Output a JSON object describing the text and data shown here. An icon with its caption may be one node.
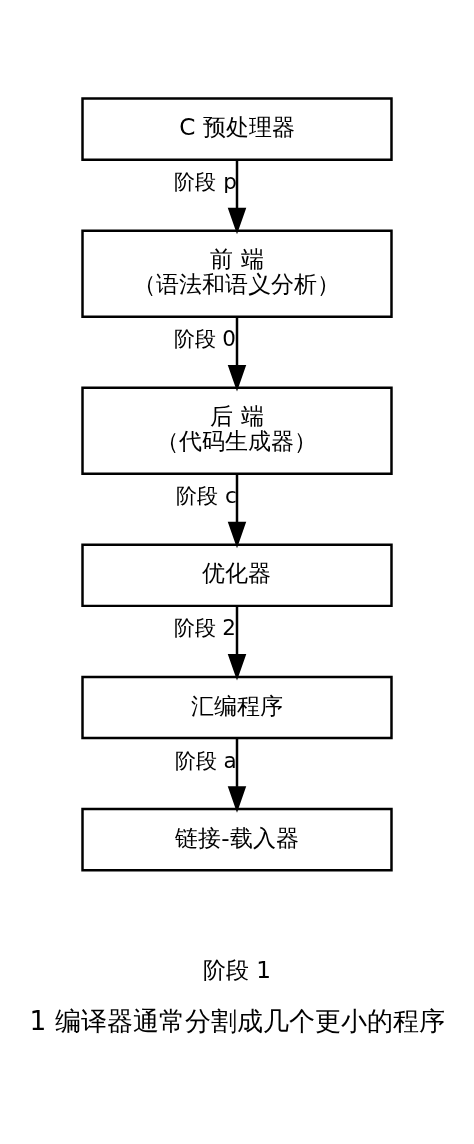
{
  "diagram": {
    "caption": "1 编译器通常分割成几个更小的程序",
    "nodes": [
      {
        "text": [
          "C 预处理器"
        ]
      },
      {
        "text": [
          "前 端",
          "（语法和语义分析）"
        ]
      },
      {
        "text": [
          "后 端",
          "（代码生成器）"
        ]
      },
      {
        "text": [
          "优化器"
        ]
      },
      {
        "text": [
          "汇编程序"
        ]
      },
      {
        "text": [
          "链接-载入器"
        ]
      }
    ],
    "edges": [
      {
        "from": 0,
        "to": 1,
        "arrow": "to",
        "label": "阶段 p"
      },
      {
        "from": 1,
        "to": 2,
        "arrow": "to",
        "label": "阶段 0"
      },
      {
        "from": 2,
        "to": 3,
        "arrow": "to",
        "label": "阶段 c"
      },
      {
        "from": 3,
        "to": 4,
        "arrow": "to",
        "label": "阶段 2"
      },
      {
        "from": 4,
        "to": 5,
        "arrow": "to",
        "label": "阶段 a"
      }
    ],
    "labels": [
      "阶段 1"
    ]
  }
}
